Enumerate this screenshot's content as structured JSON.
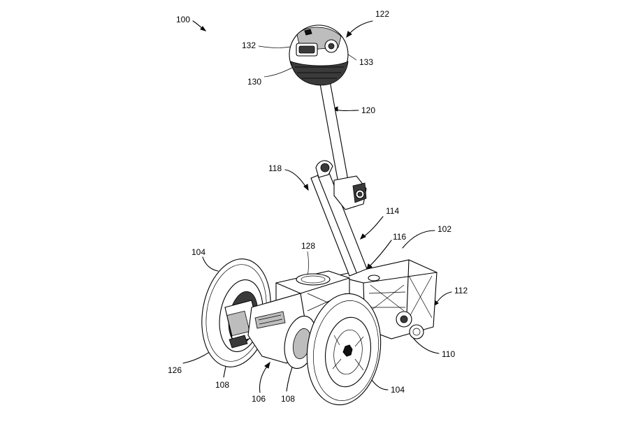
{
  "labels": {
    "l100": "100",
    "l122": "122",
    "l132": "132",
    "l133": "133",
    "l130": "130",
    "l120": "120",
    "l118": "118",
    "l114": "114",
    "l102": "102",
    "l116": "116",
    "l128": "128",
    "l104_left": "104",
    "l112": "112",
    "l110": "110",
    "l126": "126",
    "l108_left": "108",
    "l106": "106",
    "l108_center": "108",
    "l104_right": "104"
  }
}
